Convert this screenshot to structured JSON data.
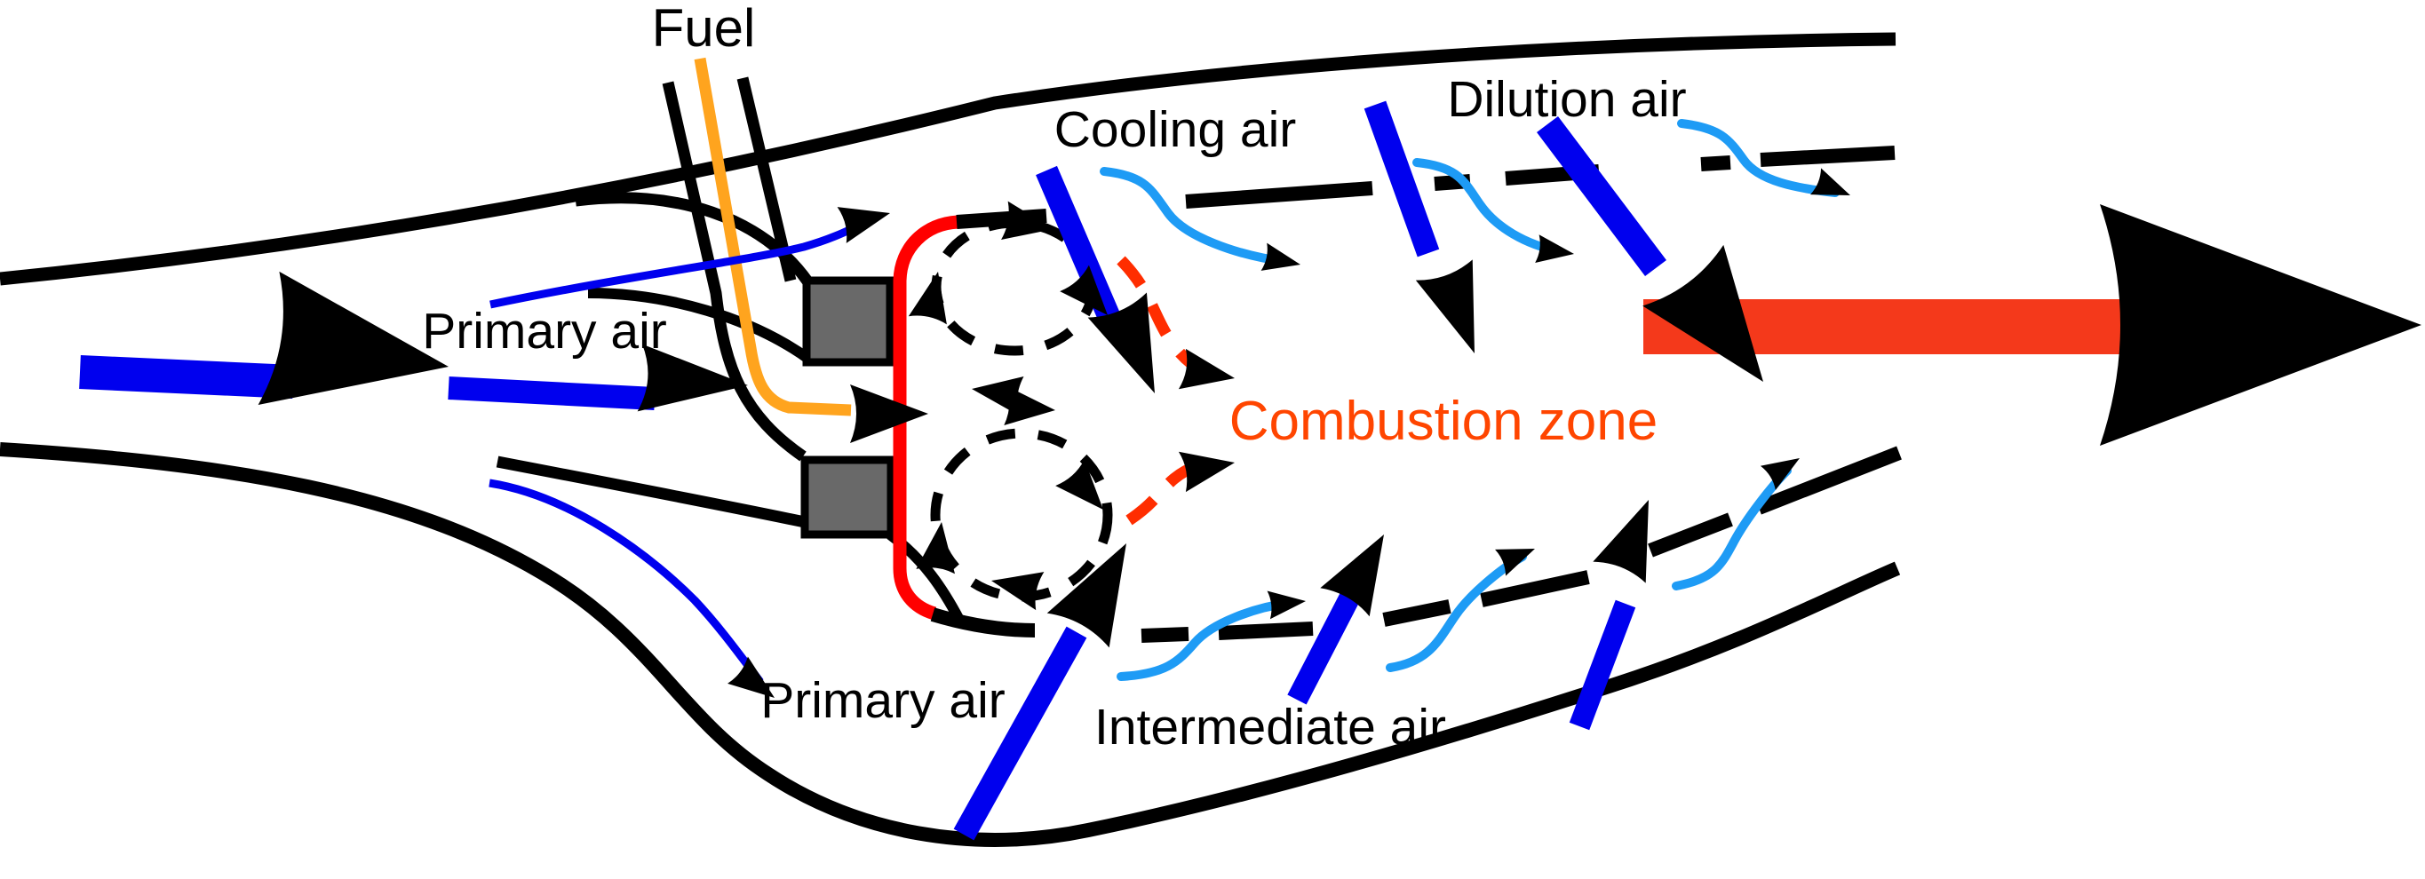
{
  "diagram": {
    "title": "Gas turbine combustor airflow diagram",
    "labels": {
      "fuel": "Fuel",
      "primary_air_top": "Primary air",
      "primary_air_bottom": "Primary air",
      "cooling_air": "Cooling air",
      "dilution_air": "Dilution air",
      "combustion_zone": "Combustion zone",
      "intermediate_air": "Intermediate air"
    },
    "colors": {
      "line": "#000000",
      "air": "#0000EE",
      "film": "#1E9BF5",
      "fuel": "#FFA41E",
      "dome": "#FF0000",
      "flame": "#FF2D00",
      "combustion_text": "#FF4500",
      "exhaust": "#F4391B",
      "swirler": "#696969",
      "background": "#FFFFFF"
    }
  }
}
